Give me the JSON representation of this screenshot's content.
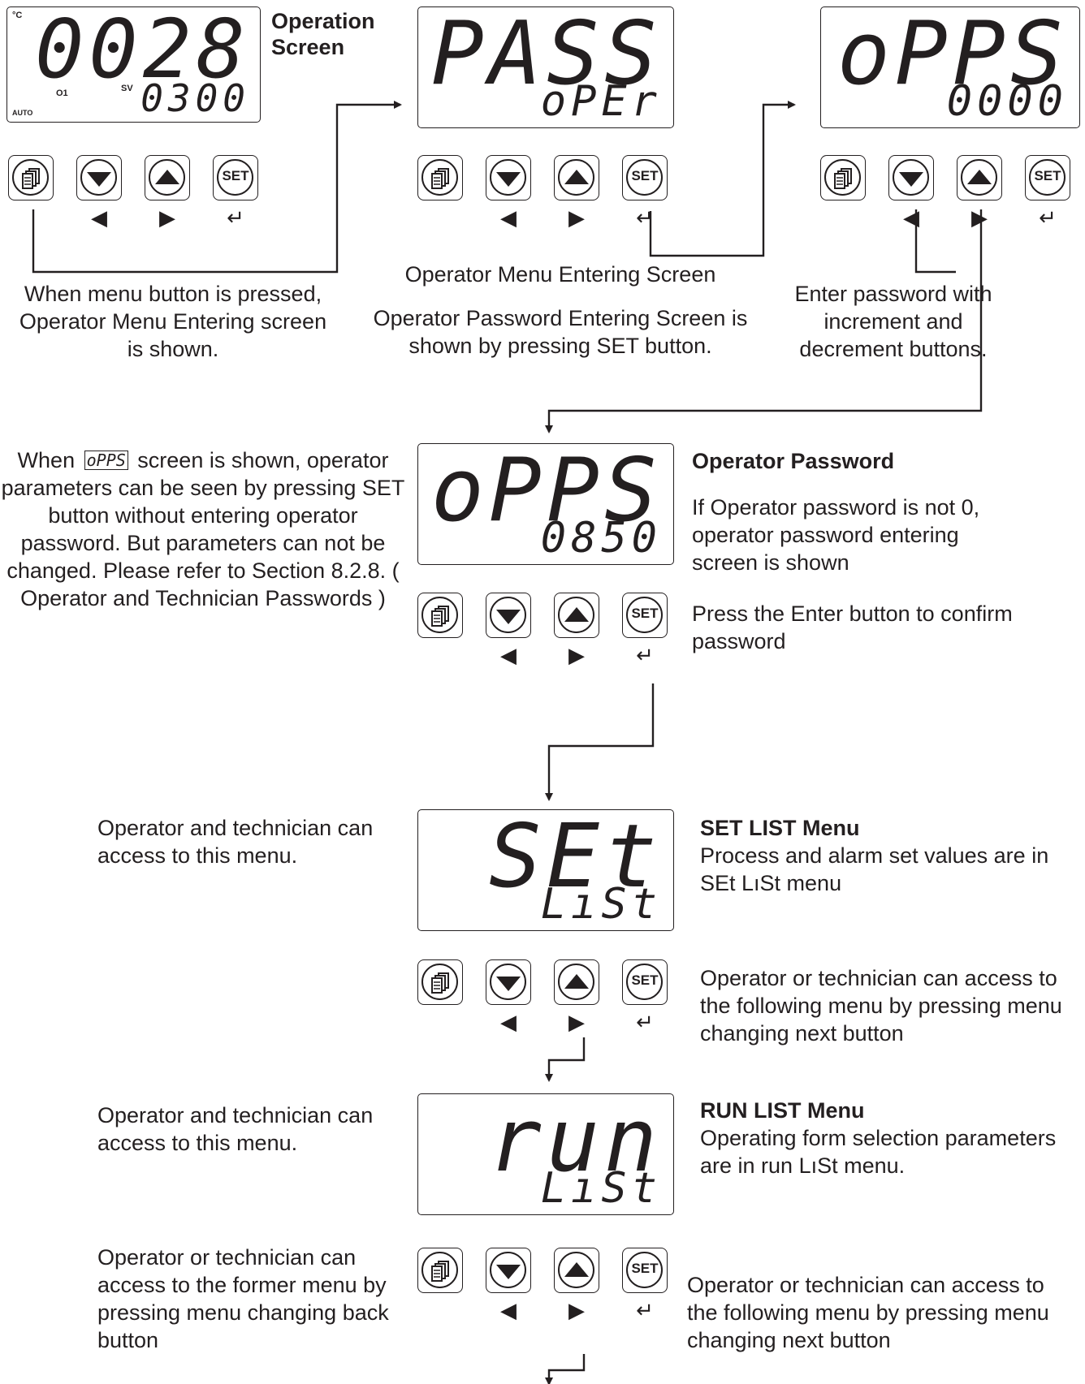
{
  "operation": {
    "title": "Operation Screen",
    "unit": "°C",
    "main": "0028",
    "sub": "0300",
    "o1": "O1",
    "sv": "SV",
    "auto": "AUTO"
  },
  "lcd_pass": {
    "main": "PASS",
    "sub": "oPEr"
  },
  "lcd_opps1": {
    "main": "oPPS",
    "sub": "0000"
  },
  "lcd_opps2": {
    "main": "oPPS",
    "sub": "0850"
  },
  "lcd_set": {
    "main": "SEt",
    "sub": "LıSt"
  },
  "lcd_run": {
    "main": "run",
    "sub": "LıSt"
  },
  "keys": {
    "set_label": "SET",
    "left": "◀",
    "right": "▶",
    "enter": "↵"
  },
  "inline_code": "oPPS",
  "text": {
    "menu_pressed": "When menu button is pressed, Operator Menu Entering screen is shown.",
    "operator_menu_entering": "Operator Menu Entering Screen",
    "password_entering": "Operator Password Entering Screen is shown by pressing SET button.",
    "enter_password": "Enter password with increment and decrement buttons.",
    "when_prefix": "When",
    "when_rest": "screen is shown, operator parameters can be seen by pressing SET button without entering operator password. But parameters can not be changed. Please refer to Section 8.2.8. ( Operator and Technician Passwords )",
    "operator_password_title": "Operator Password",
    "operator_password_desc": "If Operator password is not 0, operator password entering screen is shown",
    "press_enter": "Press the Enter button to confirm password",
    "access_menu_1": "Operator and technician can access to this menu.",
    "set_list_title": "SET LIST Menu",
    "set_list_desc": "Process and alarm set values are in SEt LıSt menu",
    "following_1": "Operator or technician can access to the following menu by pressing menu changing next button",
    "access_menu_2": "Operator and technician can access to this menu.",
    "run_list_title": "RUN LIST Menu",
    "run_list_desc": "Operating form selection parameters are in run LıSt menu.",
    "former": "Operator or technician can access to the former menu by pressing menu changing back button",
    "following_2": "Operator or technician can access to the following menu by pressing menu changing next button"
  }
}
